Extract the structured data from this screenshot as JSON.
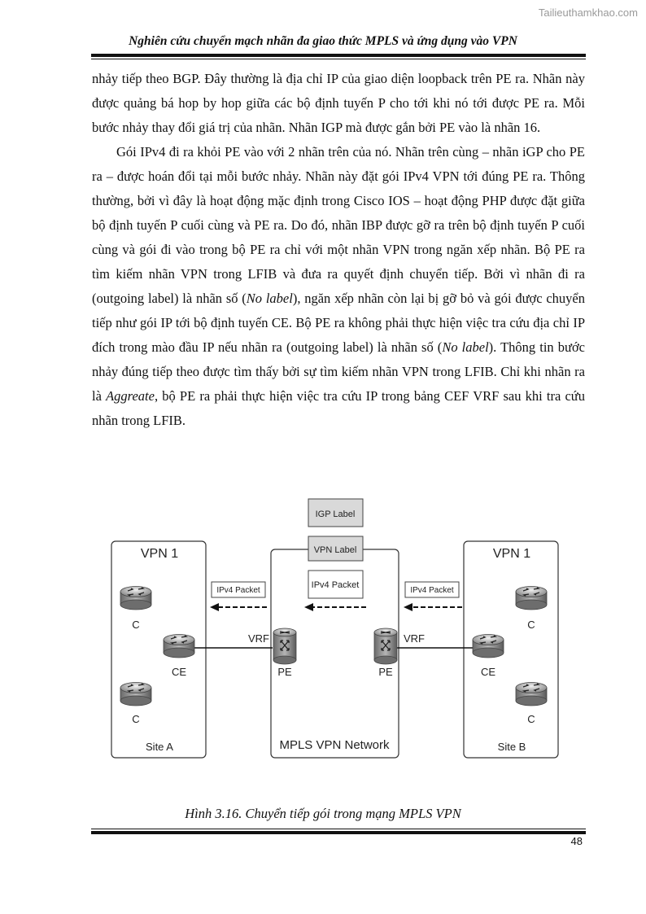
{
  "watermark": "Tailieuthamkhao.com",
  "header": {
    "title": "Nghiên cứu chuyển mạch nhãn đa giao thức MPLS và ứng dụng vào VPN"
  },
  "body": {
    "p1": "nhảy tiếp theo BGP. Đây thường là địa chỉ IP của giao diện loopback trên PE ra. Nhãn này được quảng bá hop by hop giữa các bộ định tuyến P cho tới khi nó tới được PE ra. Mỗi bước nhảy thay đổi giá trị của nhãn. Nhãn IGP mà được gắn bởi PE vào là nhãn 16.",
    "p2_a": "Gói IPv4 đi ra khỏi PE vào với 2 nhãn trên của nó. Nhãn trên cùng – nhãn iGP cho PE ra – được hoán đổi tại mỗi bước nhảy. Nhãn này đặt gói IPv4 VPN tới đúng PE ra. Thông thường, bởi vì đây là hoạt động mặc định trong Cisco IOS – hoạt động PHP được đặt giữa bộ định tuyến P cuối cùng và PE ra. Do đó, nhãn IBP được gỡ ra trên bộ định tuyến P cuối cùng và gói đi vào trong bộ PE ra chỉ với một nhãn VPN trong ngăn xếp nhãn.  Bộ PE ra tìm kiếm nhãn VPN trong LFIB và đưa ra quyết định chuyển tiếp. Bởi vì nhãn đi ra (outgoing label) là nhãn số (",
    "p2_em1": "No label",
    "p2_b": "), ngăn xếp nhãn còn lại bị gỡ bỏ và gói được chuyển tiếp như gói IP tới bộ định tuyến CE. Bộ PE ra không phải thực hiện việc tra cứu địa chỉ IP đích trong mào đầu IP nếu nhãn ra (outgoing label) là nhãn số (",
    "p2_em2": "No label",
    "p2_c": "). Thông tin bước nhảy đúng tiếp theo  được tìm thấy bởi sự tìm kiếm nhãn VPN trong LFIB. Chỉ khi nhãn ra là ",
    "p2_em3": "Aggreate",
    "p2_d": ", bộ PE ra phải  thực hiện việc tra cứu IP trong bảng CEF VRF sau khi tra cứu nhãn trong LFIB."
  },
  "diagram": {
    "igp_label": "IGP Label",
    "vpn_label": "VPN Label",
    "ipv4_packet_center": "IPv4 Packet",
    "ipv4_packet_left": "IPv4 Packet",
    "ipv4_packet_right": "IPv4 Packet",
    "left_site": {
      "title": "VPN 1",
      "name": "Site A",
      "router_c1": "C",
      "router_ce": "CE",
      "router_c2": "C"
    },
    "right_site": {
      "title": "VPN 1",
      "name": "Site B",
      "router_c1": "C",
      "router_ce": "CE",
      "router_c2": "C"
    },
    "core": {
      "name": "MPLS VPN Network",
      "pe_left": "PE",
      "pe_right": "PE",
      "vrf_left": "VRF",
      "vrf_right": "VRF"
    }
  },
  "caption": "Hình 3.16. Chuyển tiếp gói trong mạng MPLS VPN",
  "page_number": "48"
}
